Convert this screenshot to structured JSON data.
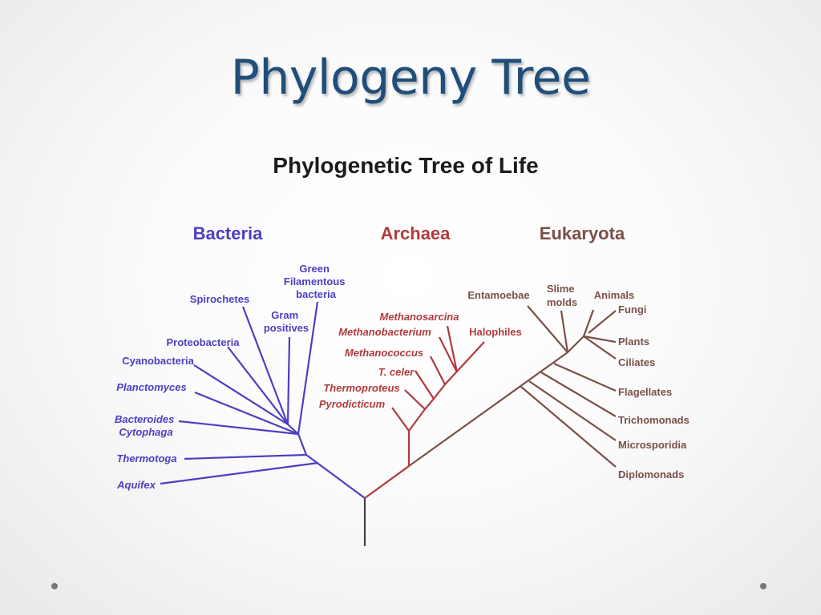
{
  "slide": {
    "title": "Phylogeny Tree"
  },
  "diagram": {
    "title": "Phylogenetic Tree of Life",
    "colors": {
      "bacteria": "#4b3fc2",
      "archaea": "#b03a3e",
      "eukaryota": "#7a5048",
      "root": "#444444"
    },
    "domains": {
      "bacteria": "Bacteria",
      "archaea": "Archaea",
      "eukaryota": "Eukaryota"
    },
    "bacteria": {
      "green_filamentous": [
        "Green",
        "Filamentous",
        "bacteria"
      ],
      "spirochetes": "Spirochetes",
      "gram_positives": [
        "Gram",
        "positives"
      ],
      "proteobacteria": "Proteobacteria",
      "cyanobacteria": "Cyanobacteria",
      "planctomyces": "Planctomyces",
      "bacteroides": [
        "Bacteroides",
        "Cytophaga"
      ],
      "thermotoga": "Thermotoga",
      "aquifex": "Aquifex"
    },
    "archaea": {
      "methanosarcina": "Methanosarcina",
      "methanobacterium": "Methanobacterium",
      "halophiles": "Halophiles",
      "methanococcus": "Methanococcus",
      "t_celer": "T. celer",
      "thermoproteus": "Thermoproteus",
      "pyrodicticum": "Pyrodicticum"
    },
    "eukaryota": {
      "entamoebae": "Entamoebae",
      "slime_molds": [
        "Slime",
        "molds"
      ],
      "animals": "Animals",
      "fungi": "Fungi",
      "plants": "Plants",
      "ciliates": "Ciliates",
      "flagellates": "Flagellates",
      "trichomonads": "Trichomonads",
      "microsporidia": "Microsporidia",
      "diplomonads": "Diplomonads"
    }
  }
}
